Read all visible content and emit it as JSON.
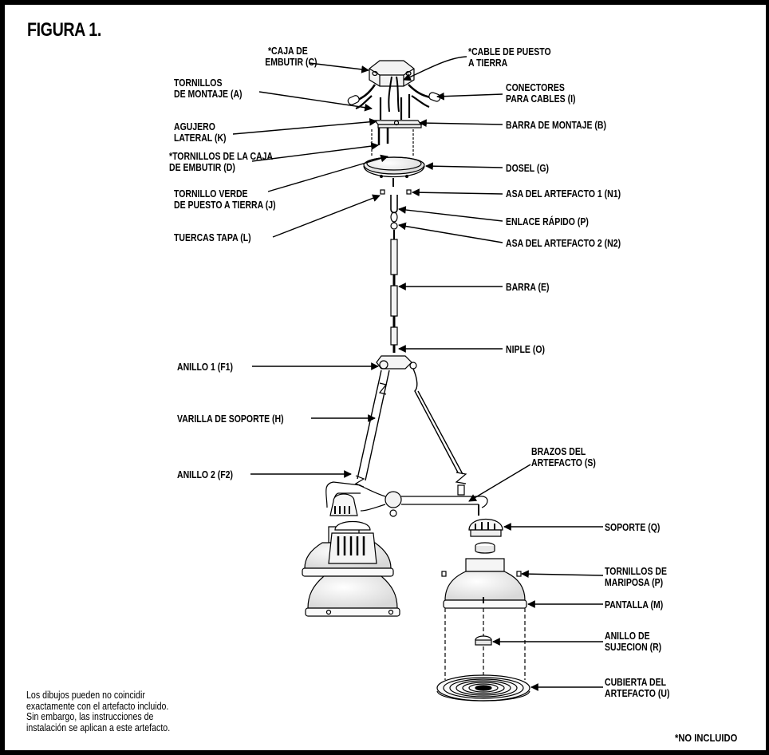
{
  "figure": {
    "title": "FIGURA 1."
  },
  "labels": {
    "caja_embutir": [
      "*CAJA DE",
      "EMBUTIR (C)"
    ],
    "cable_tierra": [
      "*CABLE DE PUESTO",
      "A TIERRA"
    ],
    "tornillos_montaje": [
      "TORNILLOS",
      "DE MONTAJE (A)"
    ],
    "conectores": [
      "CONECTORES",
      "PARA CABLES (I)"
    ],
    "agujero": [
      "AGUJERO",
      "LATERAL (K)"
    ],
    "barra_montaje": [
      "BARRA DE MONTAJE (B)"
    ],
    "tornillos_caja": [
      "*TORNILLOS DE LA CAJA",
      "DE EMBUTIR (D)"
    ],
    "dosel": [
      "DOSEL (G)"
    ],
    "tornillo_verde": [
      "TORNILLO VERDE",
      "DE PUESTO A TIERRA (J)"
    ],
    "asa1": [
      "ASA DEL ARTEFACTO 1 (N1)"
    ],
    "enlace": [
      "ENLACE RÁPIDO (P)"
    ],
    "tuercas": [
      "TUERCAS TAPA (L)"
    ],
    "asa2": [
      "ASA DEL ARTEFACTO 2 (N2)"
    ],
    "barra": [
      "BARRA (E)"
    ],
    "niple": [
      "NIPLE (O)"
    ],
    "anillo1": [
      "ANILLO 1 (F1)"
    ],
    "varilla": [
      "VARILLA DE SOPORTE (H)"
    ],
    "brazos": [
      "BRAZOS DEL",
      "ARTEFACTO (S)"
    ],
    "anillo2": [
      "ANILLO 2 (F2)"
    ],
    "soporte": [
      "SOPORTE (Q)"
    ],
    "mariposa": [
      "TORNILLOS DE",
      "MARIPOSA (P)"
    ],
    "pantalla": [
      "PANTALLA (M)"
    ],
    "anillo_sujecion": [
      "ANILLO DE",
      "SUJECION (R)"
    ],
    "cubierta": [
      "CUBIERTA DEL",
      "ARTEFACTO (U)"
    ]
  },
  "note": [
    "Los dibujos pueden no coincidir",
    "exactamente con el artefacto incluido.",
    "Sin embargo, las instrucciones de",
    "instalación se aplican a este artefacto."
  ],
  "footnote": "*NO INCLUIDO"
}
